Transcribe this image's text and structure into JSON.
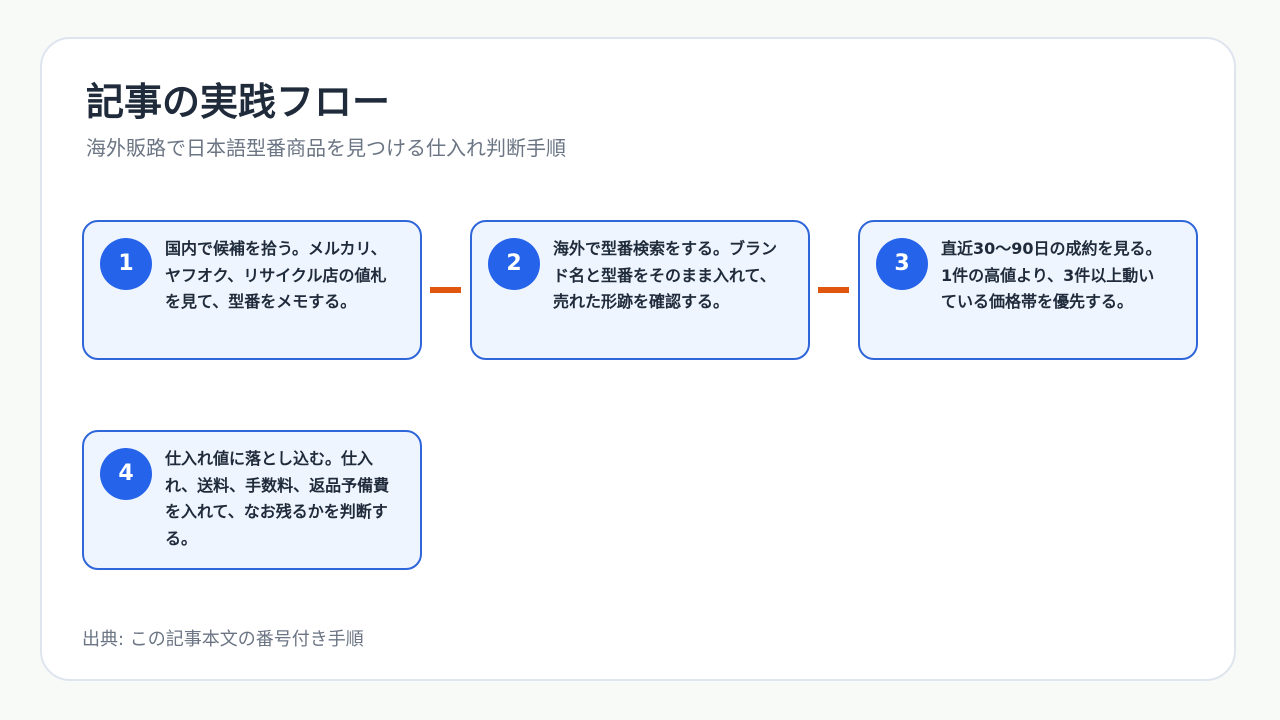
{
  "header": {
    "title": "記事の実践フロー",
    "subtitle": "海外販路で日本語型番商品を見つける仕入れ判断手順"
  },
  "steps": [
    {
      "number": "1",
      "text": "国内で候補を拾う。メルカリ、ヤフオク、リサイクル店の値札を見て、型番をメモする。"
    },
    {
      "number": "2",
      "text": "海外で型番検索をする。ブランド名と型番をそのまま入れて、売れた形跡を確認する。"
    },
    {
      "number": "3",
      "text": "直近30〜90日の成約を見る。1件の高値より、3件以上動いている価格帯を優先する。"
    },
    {
      "number": "4",
      "text": "仕入れ値に落とし込む。仕入れ、送料、手数料、返品予備費を入れて、なお残るかを判断する。"
    }
  ],
  "footer": {
    "source": "出典: この記事本文の番号付き手順"
  },
  "colors": {
    "accent": "#2563eb",
    "step_border": "#2f66da",
    "step_fill": "#eef5fe",
    "connector": "#e0560e",
    "title_text": "#1f2a3a",
    "muted_text": "#6b7584"
  }
}
